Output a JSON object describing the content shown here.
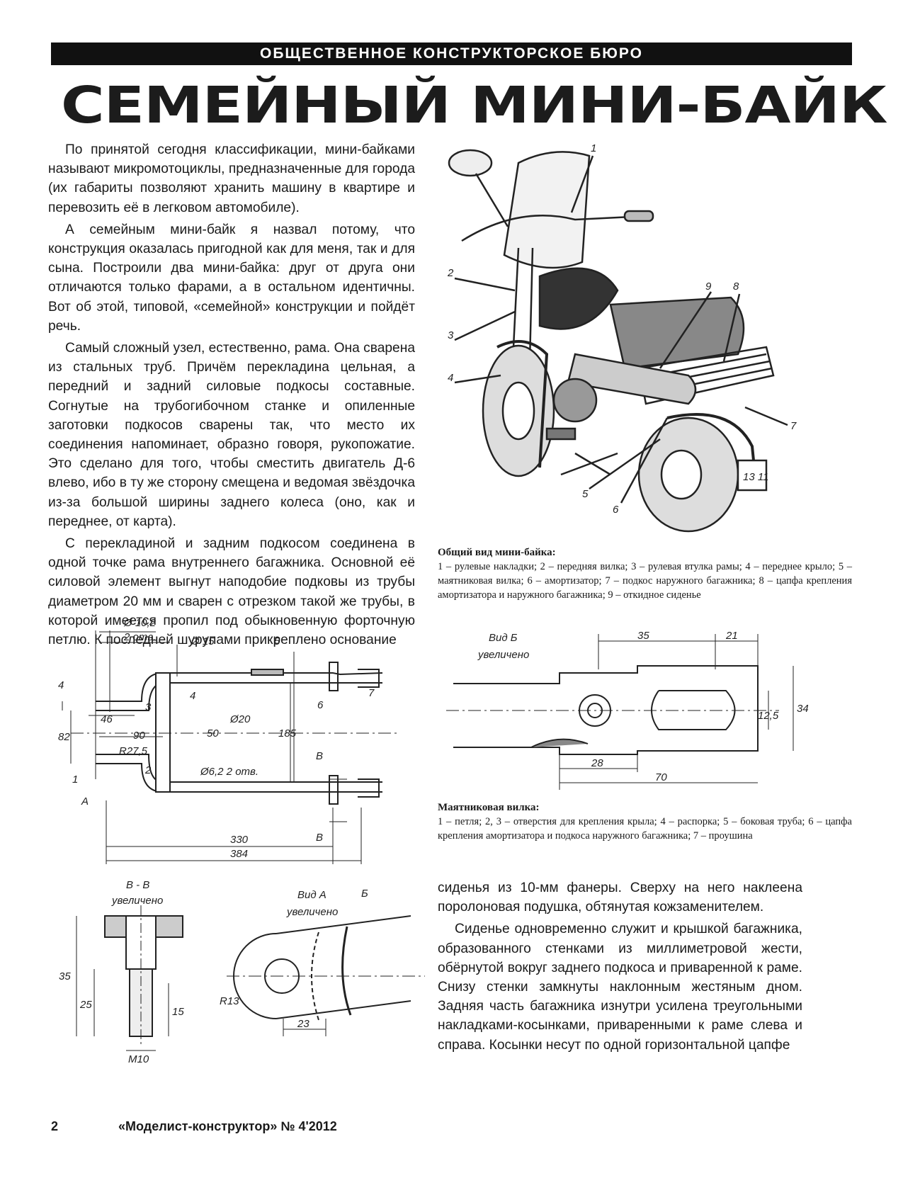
{
  "header": {
    "banner": "ОБЩЕСТВЕННОЕ КОНСТРУКТОРСКОЕ БЮРО",
    "title": "СЕМЕЙНЫЙ МИНИ-БАЙК"
  },
  "article": {
    "left_paragraphs": [
      "По принятой сегодня классификации, мини-байками называют микромотоциклы, предназначенные для города (их габариты позволяют хранить машину в квартире и перевозить её в легковом автомобиле).",
      "А семейным мини-байк я назвал потому, что конструкция оказалась пригодной как для меня, так и для сына. Построили два мини-байка: друг от друга они отличаются только фарами, а в остальном идентичны. Вот об этой, типовой, «семейной» конструкции и пойдёт речь.",
      "Самый сложный узел, естественно, рама. Она сварена из стальных труб. Причём перекладина цельная, а передний и задний силовые подкосы составные. Согнутые на трубогибочном станке и опиленные заготовки подкосов сварены так, что место их соединения напоминает, образно говоря, рукопожатие. Это сделано для того, чтобы сместить двигатель Д-6 влево, ибо в ту же сторону смещена и ведомая звёздочка из-за большой ширины заднего колеса (оно, как и переднее, от карта).",
      "С перекладиной и задним подкосом соединена в одной точке рама внутреннего багажника. Основной её силовой элемент выгнут наподобие подковы из трубы диаметром 20 мм и сварен с отрезком такой же трубы, в которой имеется пропил под обыкновенную форточную петлю. К последней шурупами прикреплено основание"
    ],
    "right_paragraphs": [
      "сиденья из 10-мм фанеры. Сверху на него наклеена поролоновая подушка, обтянутая кожзаменителем.",
      "Сиденье одновременно служит и крышкой багажника, образованного стенками из миллиметровой жести, обёрнутой вокруг заднего подкоса и приваренной к раме. Снизу стенки замкнуты наклонным жестяным дном. Задняя часть багажника изнутри усилена треугольными накладками-косынками, приваренными к раме слева и справа. Косынки несут по одной горизонтальной цапфе"
    ]
  },
  "figure1": {
    "title": "Общий вид мини-байка:",
    "body": "1 – рулевые накладки; 2 – передняя вилка; 3 – рулевая втулка рамы; 4 – переднее крыло; 5 – маятниковая вилка; 6 – амортизатор; 7 – подкос наружного багажника; 8 – цапфа крепления амортизатора и наружного багажника; 9 – откидное сиденье",
    "callouts": [
      "1",
      "2",
      "3",
      "4",
      "5",
      "6",
      "7",
      "8",
      "9"
    ],
    "plate": "13 11"
  },
  "figure2": {
    "title": "Маятниковая вилка:",
    "body": "1 – петля; 2, 3 – отверстия для крепления крыла; 4 – распорка; 5 – боковая труба; 6 – цапфа крепления амортизатора и подкоса наружного багажника; 7 – проушина"
  },
  "drawing_main": {
    "dims": {
      "d1": "Ø 10,2",
      "d1b": "2 отв.",
      "d2": "Ø 15",
      "h4": "4",
      "w46": "46",
      "h82": "82",
      "w90": "90",
      "r27": "R27,5",
      "v50": "50",
      "v20": "Ø20",
      "v185": "185",
      "holes": "Ø6,2 2 отв.",
      "w330": "330",
      "w384": "384"
    },
    "labels": [
      "1",
      "2",
      "3",
      "4",
      "5",
      "6",
      "7"
    ],
    "views": {
      "a": "А",
      "b": "Б",
      "bb": "В"
    }
  },
  "drawing_b": {
    "name": "Вид Б",
    "scale": "увеличено",
    "dims": {
      "d35": "35",
      "d21": "21",
      "d125": "12,5",
      "d34": "34",
      "d28": "28",
      "d70": "70"
    }
  },
  "drawing_vv": {
    "name": "В - В",
    "scale": "увеличено",
    "dims": {
      "d35": "35",
      "d25": "25",
      "d15": "15",
      "m10": "M10"
    }
  },
  "drawing_a": {
    "name": "Вид А",
    "scale": "увеличено",
    "dims": {
      "r13": "R13",
      "d23": "23"
    }
  },
  "footer": {
    "page": "2",
    "journal": "«Моделист-конструктор» № 4'2012"
  }
}
